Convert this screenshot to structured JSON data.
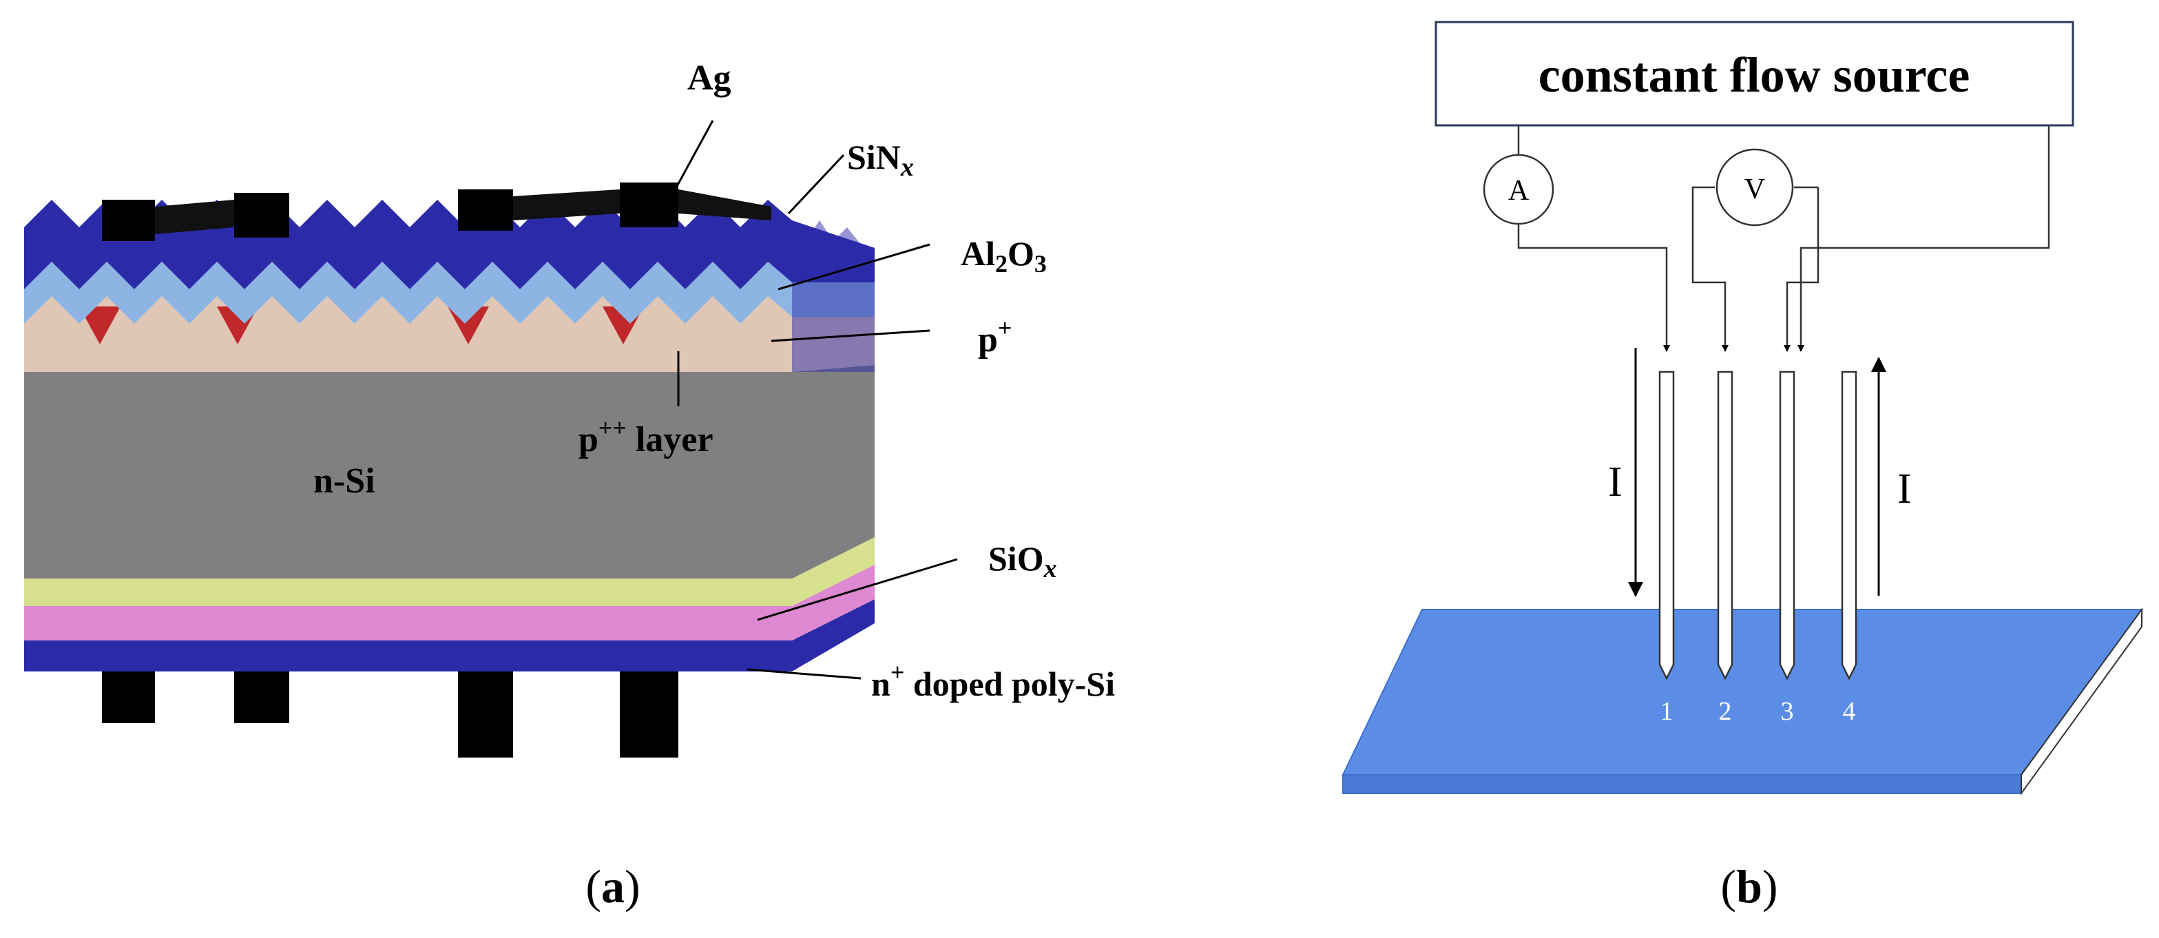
{
  "panel_a": {
    "caption": "a",
    "labels": {
      "ag": "Ag",
      "sinx_main": "SiN",
      "sinx_sub": "x",
      "al2o3_a": "Al",
      "al2o3_sub2": "2",
      "al2o3_b": "O",
      "al2o3_sub3": "3",
      "p_main": "p",
      "p_sup": "+",
      "ppp_main": "p",
      "ppp_sup": "++",
      "ppp_rest": " layer",
      "nsi": "n-Si",
      "siox_main": "SiO",
      "siox_sub": "x",
      "npoly_main": "n",
      "npoly_sup": "+",
      "npoly_rest": " doped poly-Si"
    },
    "colors": {
      "ag": "#000000",
      "sinx": "#2b2baa",
      "al2o3": "#8db4e2",
      "p_plus": "#e0c6b4",
      "p_plus_plus": "#c0282c",
      "n_si": "#808080",
      "siox": "#d6e08e",
      "poly_si": "#dd88d0",
      "rear_sinx": "#2b2baa"
    }
  },
  "panel_b": {
    "caption": "b",
    "source_label": "constant flow source",
    "ammeter": "A",
    "voltmeter": "V",
    "current_left": "I",
    "current_right": "I",
    "probes": [
      "1",
      "2",
      "3",
      "4"
    ],
    "colors": {
      "sample": "#5b8de6",
      "sample_edge": "#3d6fcc"
    }
  }
}
